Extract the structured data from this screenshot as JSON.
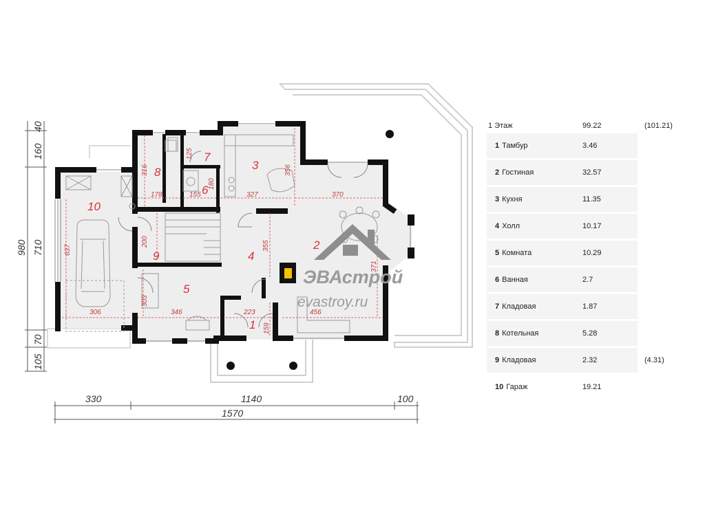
{
  "plan": {
    "rooms": [
      {
        "number": "1"
      },
      {
        "number": "2"
      },
      {
        "number": "3"
      },
      {
        "number": "4"
      },
      {
        "number": "5"
      },
      {
        "number": "6"
      },
      {
        "number": "7"
      },
      {
        "number": "8"
      },
      {
        "number": "9"
      },
      {
        "number": "10"
      }
    ],
    "inner_dimensions": [
      "316",
      "125",
      "178",
      "155",
      "180",
      "327",
      "356",
      "370",
      "637",
      "200",
      "355",
      "371",
      "303",
      "346",
      "306",
      "223",
      "159",
      "456"
    ],
    "outer_dimensions": {
      "left_top_40": "40",
      "left_160": "160",
      "left_980": "980",
      "left_710": "710",
      "left_70": "70",
      "left_105": "105",
      "bottom_330": "330",
      "bottom_1140": "1140",
      "bottom_100": "100",
      "bottom_1570": "1570"
    },
    "watermark": {
      "brand": "ЭВАстрой",
      "site": "evastroy.ru"
    },
    "colors": {
      "wall": "#111111",
      "room_fill": "#eeeeee",
      "room_number": "#d8323a",
      "fireplace": "#f2c200"
    }
  },
  "area_table": {
    "header": {
      "label": "1 Этаж",
      "area": "99.22",
      "extra": "(101.21)"
    },
    "rows": [
      {
        "num": "1",
        "name": "Тамбур",
        "area": "3.46",
        "extra": ""
      },
      {
        "num": "2",
        "name": "Гостиная",
        "area": "32.57",
        "extra": ""
      },
      {
        "num": "3",
        "name": "Кухня",
        "area": "11.35",
        "extra": ""
      },
      {
        "num": "4",
        "name": "Холл",
        "area": "10.17",
        "extra": ""
      },
      {
        "num": "5",
        "name": "Комната",
        "area": "10.29",
        "extra": ""
      },
      {
        "num": "6",
        "name": "Ванная",
        "area": "2.7",
        "extra": ""
      },
      {
        "num": "7",
        "name": "Кладовая",
        "area": "1.87",
        "extra": ""
      },
      {
        "num": "8",
        "name": "Котельная",
        "area": "5.28",
        "extra": ""
      },
      {
        "num": "9",
        "name": "Кладовая",
        "area": "2.32",
        "extra": "(4.31)"
      },
      {
        "num": "10",
        "name": "Гараж",
        "area": "19.21",
        "extra": ""
      }
    ]
  }
}
